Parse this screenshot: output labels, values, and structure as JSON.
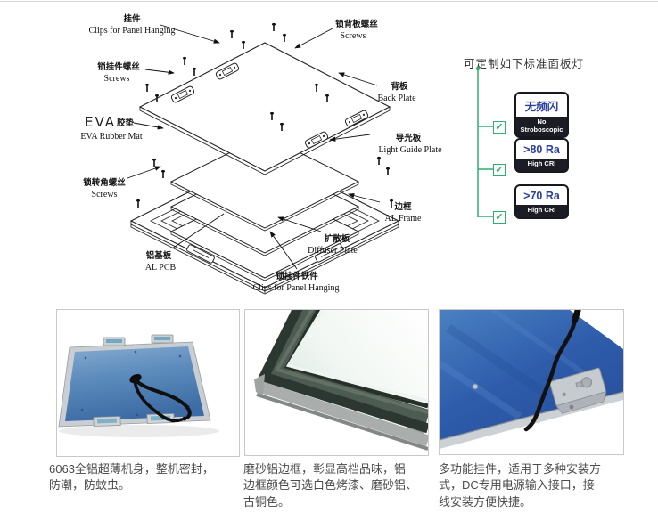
{
  "diagram": {
    "labels": {
      "clips_top": {
        "zh": "挂件",
        "en": "Clips for Panel Hanging"
      },
      "screws_back": {
        "zh": "锁背板螺丝",
        "en": "Screws"
      },
      "screws_clip": {
        "zh": "锁挂件螺丝",
        "en": "Screws"
      },
      "back_plate": {
        "zh": "背板",
        "en": "Back Plate"
      },
      "eva": {
        "zh_big": "EVA",
        "zh_small": "胶垫",
        "en": "EVA Rubber Mat"
      },
      "light_guide": {
        "zh": "导光板",
        "en": "Light Guide Plate"
      },
      "screws_corner": {
        "zh": "锁转角螺丝",
        "en": "Screws"
      },
      "al_frame": {
        "zh": "边框",
        "en": "AL Frame"
      },
      "al_pcb": {
        "zh": "铝基板",
        "en": "AL PCB"
      },
      "diffuser": {
        "zh": "扩散板",
        "en": "Diffuser Plate"
      },
      "clips_bottom": {
        "zh": "锁挂件铁件",
        "en": "Clips for Panel Hanging"
      }
    }
  },
  "features": {
    "header": "可定制如下标准面板灯",
    "check_icon": "✓",
    "badges": [
      {
        "top": "无频闪",
        "bottom1": "No",
        "bottom2": "Stroboscopic"
      },
      {
        "top": ">80 Ra",
        "bottom1": "High CRI",
        "bottom2": ""
      },
      {
        "top": ">70 Ra",
        "bottom1": "High CRI",
        "bottom2": ""
      }
    ],
    "colors": {
      "green": "#2fae6e",
      "blue": "#2b3f9e",
      "dark": "#1c1c24"
    }
  },
  "photos": [
    {
      "caption_lines": [
        "6063全铝超薄机身，整机密封，",
        "防潮，防蚊虫。",
        ""
      ]
    },
    {
      "caption_lines": [
        "磨砂铝边框，彰显高档品味，铝",
        "边框颜色可选白色烤漆、磨砂铝、",
        "古铜色。"
      ]
    },
    {
      "caption_lines": [
        "多功能挂件，适用于多种安装方",
        "式，DC专用电源输入接口，接",
        "线安装方便快捷。"
      ]
    }
  ]
}
